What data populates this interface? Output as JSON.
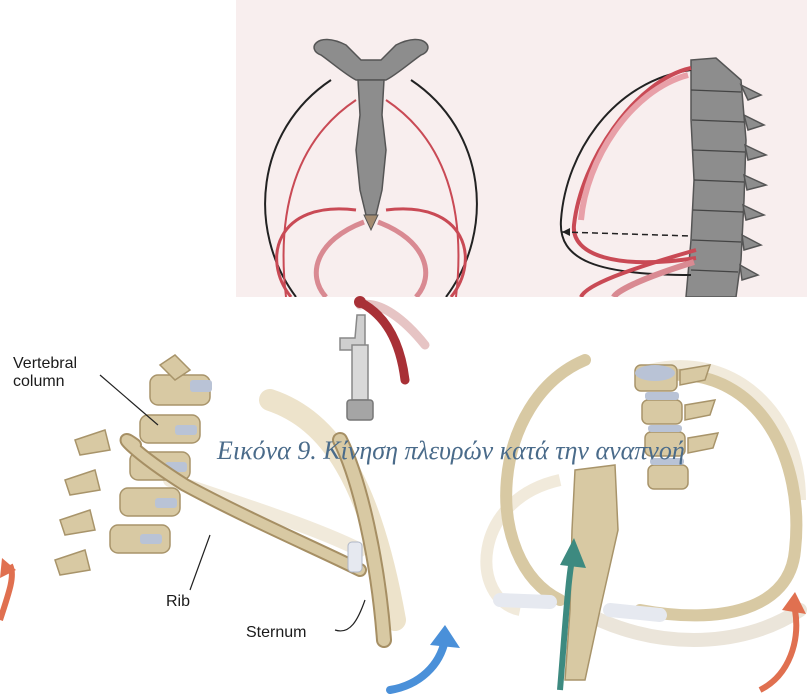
{
  "caption": "Εικόνα 9. Κίνηση πλευρών κατά την αναπνοή",
  "labels": {
    "vertebral_line1": "Vertebral",
    "vertebral_line2": "column",
    "rib": "Rib",
    "sternum": "Sternum"
  },
  "colors": {
    "bone": "#d8c9a3",
    "bone_dark": "#b9a47a",
    "cartilage": "#b9c3d6",
    "rib_red": "#c94a55",
    "vertebra_gray": "#8d8d8d",
    "top_panel_bg": "#f8eeee",
    "arrow_blue": "#4a90d9",
    "arrow_teal": "#3d8a80",
    "arrow_orange": "#e07050",
    "caption_color": "#4a6b8a"
  }
}
